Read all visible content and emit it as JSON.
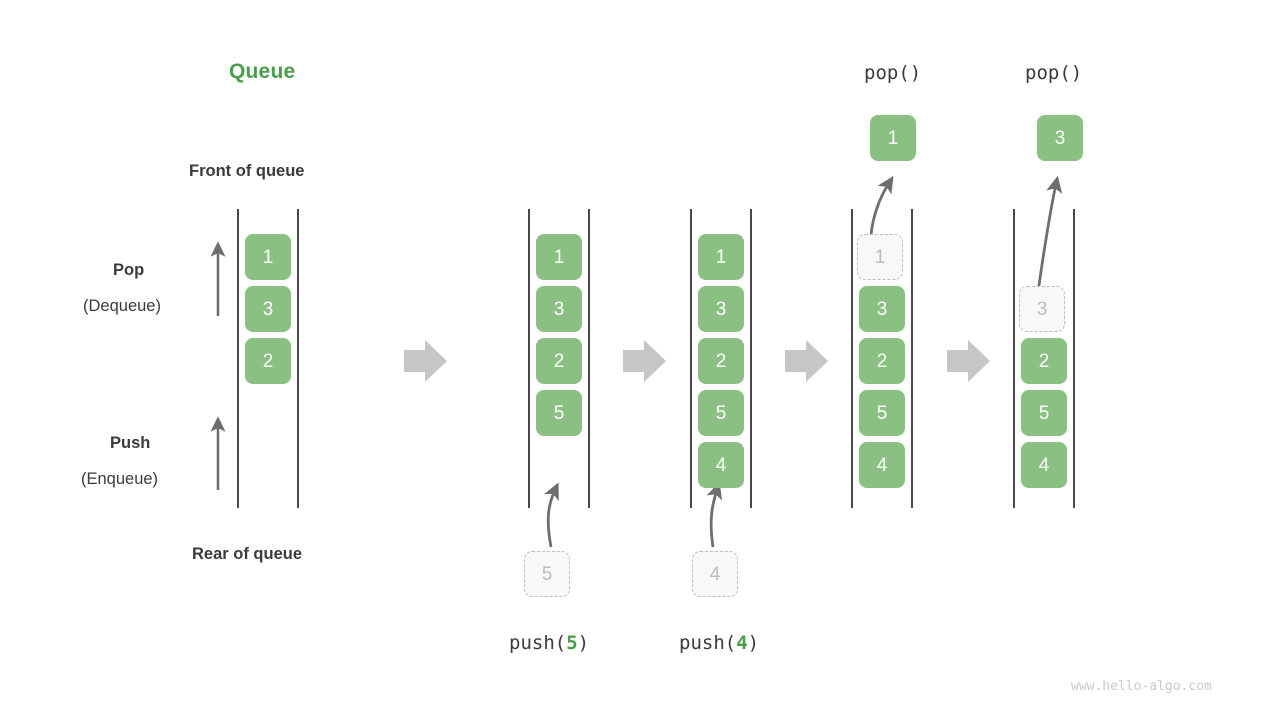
{
  "diagram": {
    "title": "Queue",
    "title_color": "#4a9e4a",
    "watermark": "www.hello-algo.com",
    "box_color": "#8bc083",
    "ghost_color": "#bdbdbd",
    "rail_color": "#4a4a4a",
    "transition_arrow_color": "#c6c6c6",
    "annotations": {
      "front_of_queue": "Front of queue",
      "rear_of_queue": "Rear of queue",
      "pop_label": "Pop",
      "pop_sub_label": "(Dequeue)",
      "push_label": "Push",
      "push_sub_label": "(Enqueue)"
    },
    "operations": {
      "push_prefix": "push(",
      "push_suffix": ")",
      "pop_label": "pop()"
    },
    "stages": [
      {
        "name": "initial",
        "caption": "",
        "cells": [
          "1",
          "3",
          "2"
        ],
        "ghost_in_queue": null,
        "ghost_outside": null,
        "popped": null
      },
      {
        "name": "push-5",
        "caption_arg": "5",
        "cells": [
          "1",
          "3",
          "2",
          "5"
        ],
        "ghost_in_queue": null,
        "ghost_outside": "5",
        "popped": null
      },
      {
        "name": "push-4",
        "caption_arg": "4",
        "cells": [
          "1",
          "3",
          "2",
          "5",
          "4"
        ],
        "ghost_in_queue": null,
        "ghost_outside": "4",
        "popped": null
      },
      {
        "name": "pop-1",
        "caption": "pop()",
        "cells": [
          "3",
          "2",
          "5",
          "4"
        ],
        "ghost_in_queue": "1",
        "ghost_outside": null,
        "popped": "1"
      },
      {
        "name": "pop-3",
        "caption": "pop()",
        "cells": [
          "2",
          "5",
          "4"
        ],
        "ghost_in_queue": "3",
        "ghost_outside": null,
        "popped": "3"
      }
    ]
  }
}
